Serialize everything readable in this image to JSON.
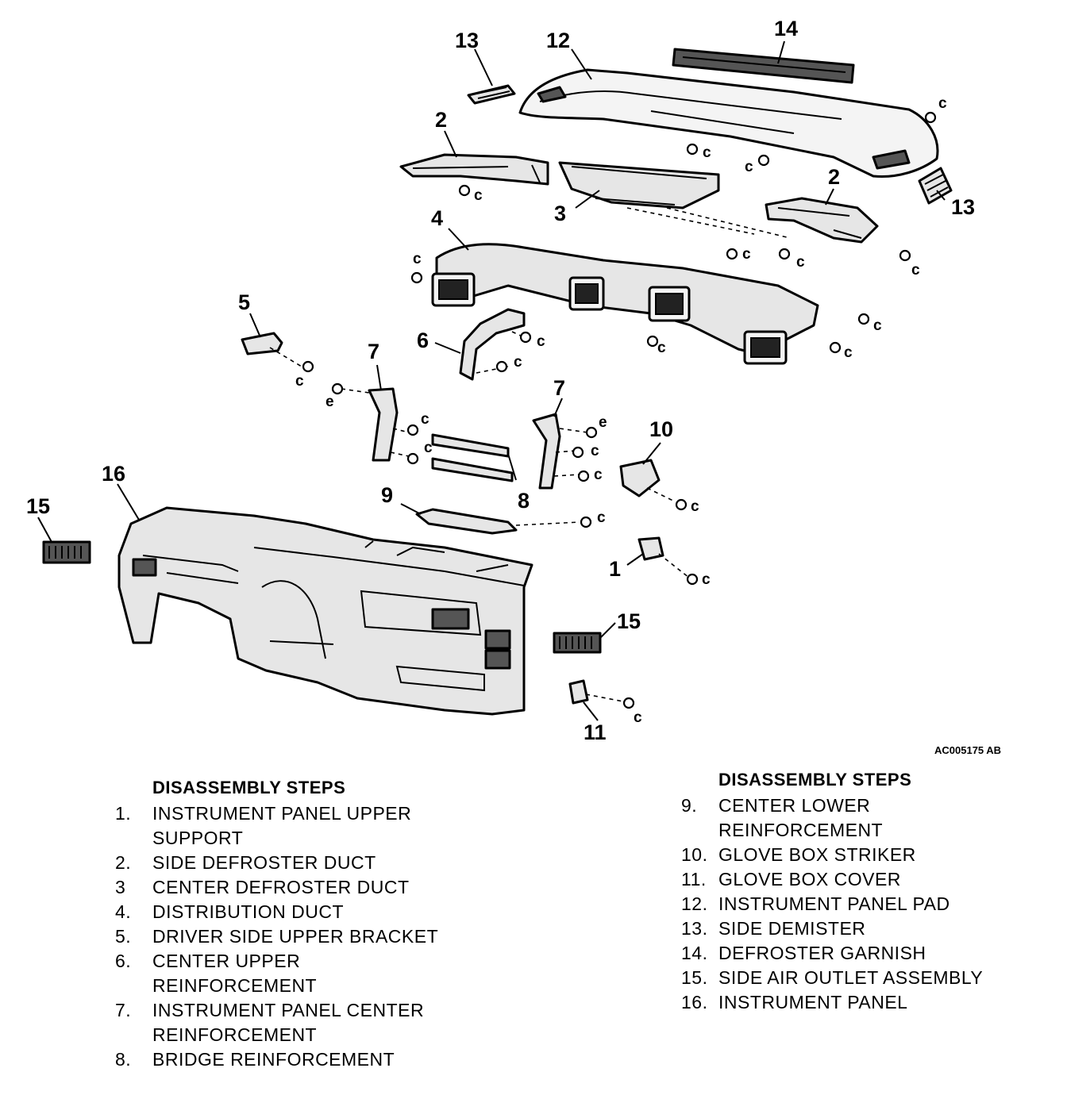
{
  "diagram": {
    "figure_code": "AC005175 AB",
    "callouts": [
      "1",
      "2",
      "3",
      "4",
      "5",
      "6",
      "7",
      "8",
      "9",
      "10",
      "11",
      "12",
      "13",
      "14",
      "15",
      "16"
    ],
    "fastener_letters": {
      "c": "c",
      "e": "e"
    }
  },
  "steps_left": {
    "heading": "DISASSEMBLY STEPS",
    "items": [
      {
        "num": "1.",
        "text": "INSTRUMENT PANEL UPPER SUPPORT"
      },
      {
        "num": "2.",
        "text": "SIDE DEFROSTER DUCT"
      },
      {
        "num": "3",
        "text": "CENTER DEFROSTER DUCT"
      },
      {
        "num": "4.",
        "text": "DISTRIBUTION DUCT"
      },
      {
        "num": "5.",
        "text": "DRIVER SIDE UPPER BRACKET"
      },
      {
        "num": "6.",
        "text": "CENTER UPPER REINFORCEMENT"
      },
      {
        "num": "7.",
        "text": "INSTRUMENT PANEL CENTER REINFORCEMENT"
      },
      {
        "num": "8.",
        "text": "BRIDGE REINFORCEMENT"
      }
    ]
  },
  "steps_right": {
    "heading": "DISASSEMBLY STEPS",
    "items": [
      {
        "num": "9.",
        "text": "CENTER LOWER REINFORCEMENT"
      },
      {
        "num": "10.",
        "text": "GLOVE BOX STRIKER"
      },
      {
        "num": "11.",
        "text": "GLOVE BOX COVER"
      },
      {
        "num": "12.",
        "text": "INSTRUMENT PANEL PAD"
      },
      {
        "num": "13.",
        "text": "SIDE DEMISTER"
      },
      {
        "num": "14.",
        "text": "DEFROSTER GARNISH"
      },
      {
        "num": "15.",
        "text": "SIDE AIR OUTLET ASSEMBLY"
      },
      {
        "num": "16.",
        "text": "INSTRUMENT PANEL"
      }
    ]
  }
}
